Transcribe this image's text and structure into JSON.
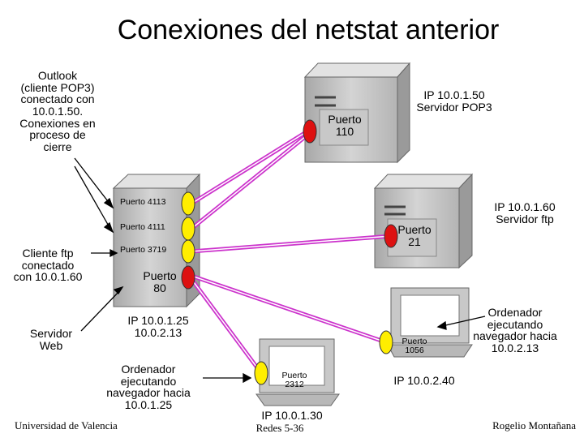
{
  "title": "Conexiones del netstat anterior",
  "left_notes": {
    "outlook": "Outlook\n(cliente POP3)\nconectado con\n10.0.1.50.\nConexiones en\nproceso de\ncierre",
    "ftp_client": "Cliente ftp\nconectado\ncon 10.0.1.60",
    "web_server": "Servidor\nWeb"
  },
  "hosts": {
    "pop3_server": "IP 10.0.1.50\nServidor POP3",
    "ftp_server": "IP 10.0.1.60\nServidor ftp",
    "central": "IP 10.0.1.25\n10.0.2.13",
    "browser_right_desc": "Ordenador\nejecutando\nnavegador hacia\n10.0.2.13",
    "browser_right_ip": "IP 10.0.2.40",
    "browser_center_desc": "Ordenador\nejecutando\nnavegador hacia\n10.0.1.25",
    "browser_center_ip": "IP 10.0.1.30"
  },
  "ports": {
    "p110": "Puerto\n110",
    "p21": "Puerto\n21",
    "p4113": "Puerto 4113",
    "p4111": "Puerto 4111",
    "p3719": "Puerto 3719",
    "p80": "Puerto\n80",
    "p1056": "Puerto\n1056",
    "p2312": "Puerto\n2312"
  },
  "footer": {
    "left": "Universidad de Valencia",
    "center": "Redes 5-36",
    "right": "Rogelio Montañana"
  },
  "colors": {
    "pipe": "#cc33cc",
    "server_port": "#dd1111",
    "client_port": "#ffee00",
    "case": "#c8c8c8"
  }
}
